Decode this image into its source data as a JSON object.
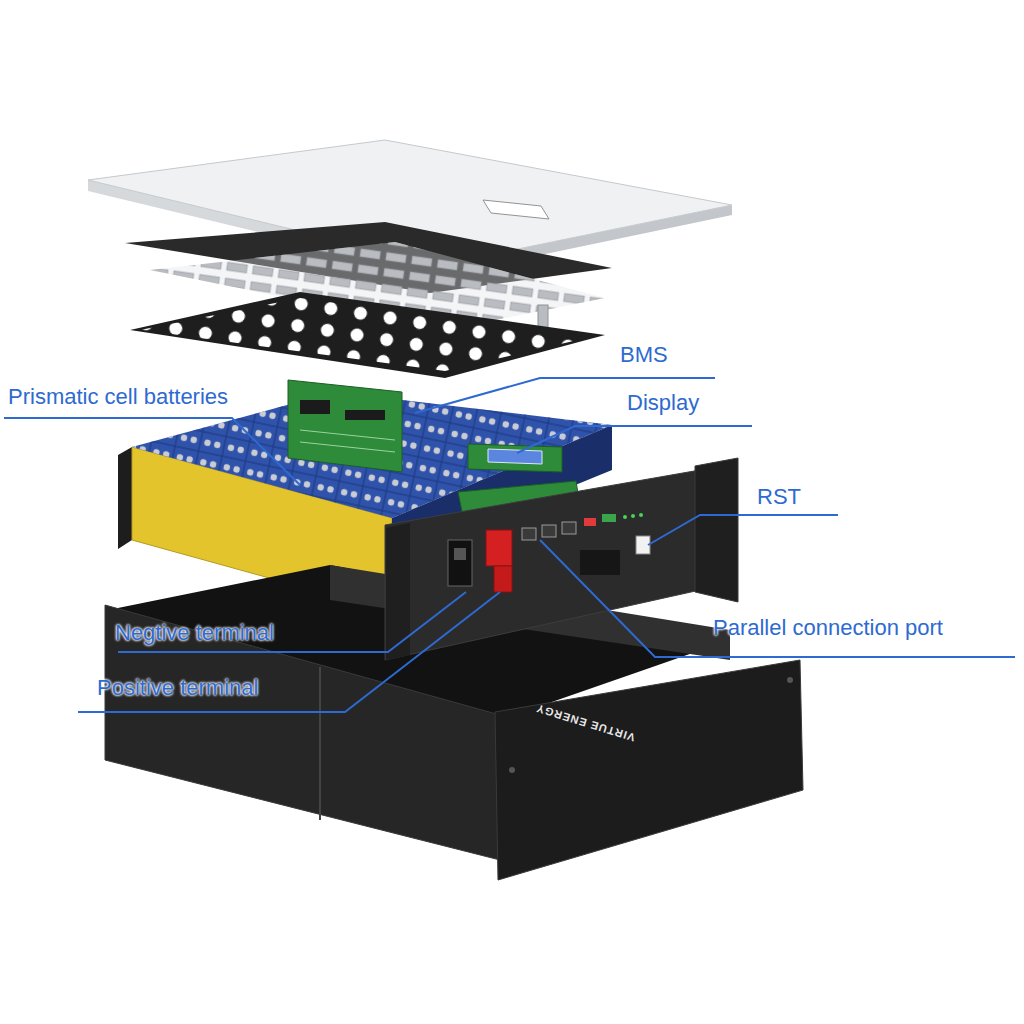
{
  "diagram": {
    "labels": [
      "BMS",
      "Prismatic cell batteries",
      "Display",
      "RST",
      "Parallel connection port",
      "Negtive terminal",
      "Positive terminal",
      "VIRTUE ENERGY"
    ]
  }
}
